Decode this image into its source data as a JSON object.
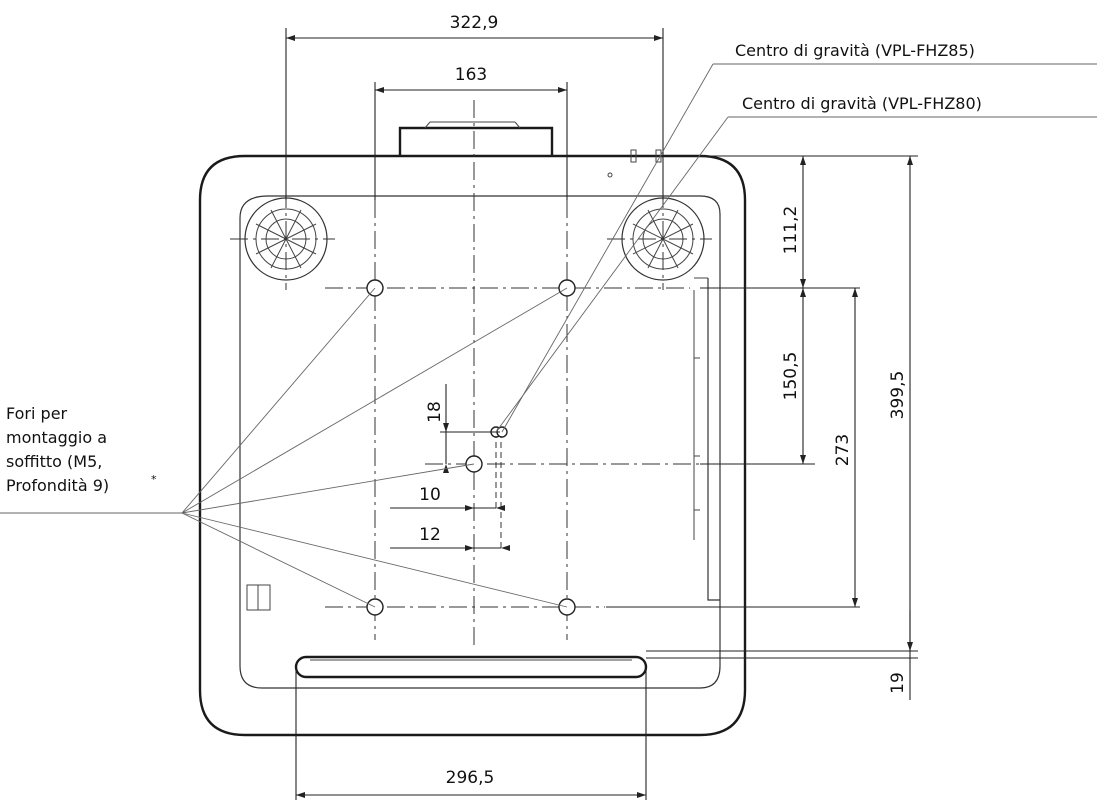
{
  "dimensions": {
    "top_width": "322,9",
    "hole_spacing": "163",
    "bottom_width": "296,5",
    "front_offset": "111,2",
    "hole_depth_spacing": "150,5",
    "total_depth": "399,5",
    "center_depth": "273",
    "rear_offset": "19",
    "cog_vertical": "18",
    "cog_fhz80_offset": "10",
    "cog_fhz85_offset": "12"
  },
  "callouts": {
    "cog_fhz85": "Centro di gravità (VPL-FHZ85)",
    "cog_fhz80": "Centro di gravità (VPL-FHZ80)",
    "mount_line1": "Fori per",
    "mount_line2": "montaggio a",
    "mount_line3": "soffitto (M5,",
    "mount_line4": "Profondità 9)",
    "mount_footnote": "*"
  }
}
